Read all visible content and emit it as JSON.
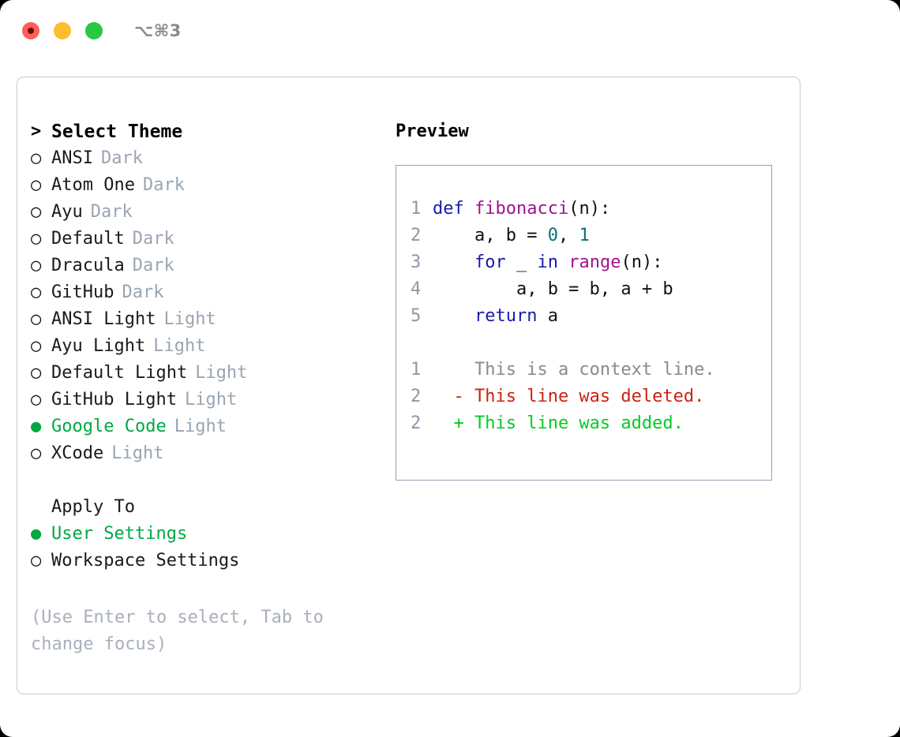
{
  "titlebar": {
    "shortcut": "⌥⌘3",
    "buttons": [
      {
        "name": "close",
        "color": "#ff5f57"
      },
      {
        "name": "minimize",
        "color": "#febc2e"
      },
      {
        "name": "zoom",
        "color": "#28c840"
      }
    ]
  },
  "theme_picker": {
    "header_marker": ">",
    "header": "Select Theme",
    "unselected_marker": "○",
    "selected_marker": "●",
    "items": [
      {
        "name": "ANSI",
        "variant": "Dark",
        "selected": false
      },
      {
        "name": "Atom One",
        "variant": "Dark",
        "selected": false
      },
      {
        "name": "Ayu",
        "variant": "Dark",
        "selected": false
      },
      {
        "name": "Default",
        "variant": "Dark",
        "selected": false
      },
      {
        "name": "Dracula",
        "variant": "Dark",
        "selected": false
      },
      {
        "name": "GitHub",
        "variant": "Dark",
        "selected": false
      },
      {
        "name": "ANSI Light",
        "variant": "Light",
        "selected": false
      },
      {
        "name": "Ayu Light",
        "variant": "Light",
        "selected": false
      },
      {
        "name": "Default Light",
        "variant": "Light",
        "selected": false
      },
      {
        "name": "GitHub Light",
        "variant": "Light",
        "selected": false
      },
      {
        "name": "Google Code",
        "variant": "Light",
        "selected": true
      },
      {
        "name": "XCode",
        "variant": "Light",
        "selected": false
      }
    ]
  },
  "apply_to": {
    "header": "Apply To",
    "items": [
      {
        "name": "User Settings",
        "selected": true
      },
      {
        "name": "Workspace Settings",
        "selected": false
      }
    ]
  },
  "help_text": "(Use Enter to select, Tab to change focus)",
  "preview": {
    "title": "Preview",
    "code_lines": [
      {
        "number": "1",
        "tokens": [
          {
            "text": "def ",
            "kind": "kw"
          },
          {
            "text": "fibonacci",
            "kind": "fn"
          },
          {
            "text": "(n):",
            "kind": "pln"
          }
        ]
      },
      {
        "number": "2",
        "tokens": [
          {
            "text": "    a, b = ",
            "kind": "pln"
          },
          {
            "text": "0",
            "kind": "num"
          },
          {
            "text": ", ",
            "kind": "pln"
          },
          {
            "text": "1",
            "kind": "num"
          }
        ]
      },
      {
        "number": "3",
        "tokens": [
          {
            "text": "    ",
            "kind": "pln"
          },
          {
            "text": "for",
            "kind": "kw"
          },
          {
            "text": " _ ",
            "kind": "pln"
          },
          {
            "text": "in",
            "kind": "kw"
          },
          {
            "text": " ",
            "kind": "pln"
          },
          {
            "text": "range",
            "kind": "fn"
          },
          {
            "text": "(n):",
            "kind": "pln"
          }
        ]
      },
      {
        "number": "4",
        "tokens": [
          {
            "text": "        a, b = b, a + b",
            "kind": "pln"
          }
        ]
      },
      {
        "number": "5",
        "tokens": [
          {
            "text": "    ",
            "kind": "pln"
          },
          {
            "text": "return",
            "kind": "kw"
          },
          {
            "text": " a",
            "kind": "pln"
          }
        ]
      }
    ],
    "diff_lines": [
      {
        "number": "1",
        "prefix": "  ",
        "text": "This is a context line.",
        "kind": "ctx"
      },
      {
        "number": "2",
        "prefix": "- ",
        "text": "This line was deleted.",
        "kind": "del"
      },
      {
        "number": "2",
        "prefix": "+ ",
        "text": "This line was added.",
        "kind": "add"
      }
    ]
  },
  "colors": {
    "accent_green": "#00a844",
    "muted": "#9aa5b1",
    "keyword": "#1a1aaa",
    "function": "#a0138e",
    "number": "#0a7373",
    "diff_delete": "#cc2211",
    "diff_add": "#00cc22",
    "panel_border": "#c5cad3",
    "preview_border": "#93a3b5"
  }
}
